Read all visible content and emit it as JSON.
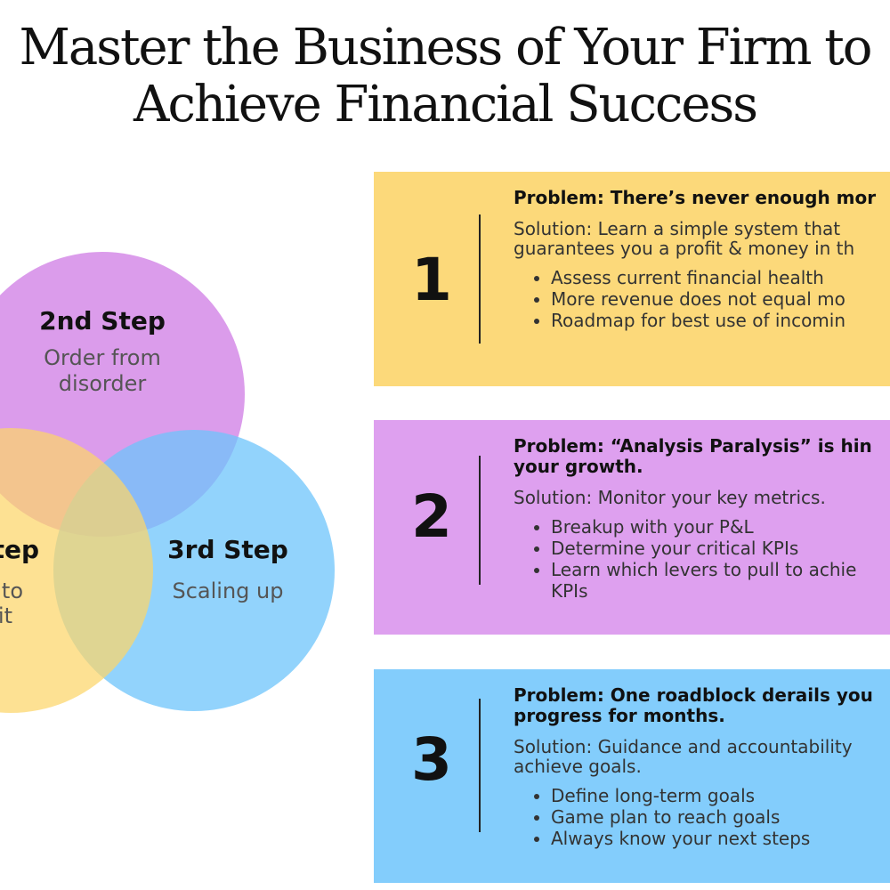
{
  "title": {
    "line1": "Master the Business of Your Firm to",
    "line2": "Achieve Financial Success"
  },
  "steps": [
    {
      "title": "2nd Step",
      "line1": "Order from",
      "line2": "disorder",
      "color": "#d58be8"
    },
    {
      "title": "3rd Step",
      "line1": "Scaling up",
      "color": "#6ec4fb"
    },
    {
      "title": "tep",
      "line1": "to",
      "line2": "fit",
      "color": "#fcd56a"
    }
  ],
  "cards": [
    {
      "number": "1",
      "problem": [
        "Problem: There’s never enough mor"
      ],
      "solution": [
        "Solution: Learn a simple system that",
        "guarantees you a profit & money in th"
      ],
      "bullets": [
        "Assess current financial health",
        "More revenue does not equal mo",
        "Roadmap for best use of incomin"
      ],
      "color": "#fcd97a"
    },
    {
      "number": "2",
      "problem": [
        "Problem: “Analysis Paralysis” is hin",
        "your growth."
      ],
      "solution": [
        "Solution: Monitor your key metrics."
      ],
      "bullets": [
        "Breakup with your P&L",
        "Determine your critical KPIs",
        "Learn which levers to pull to achie",
        "KPIs"
      ],
      "color": "#dea0ef"
    },
    {
      "number": "3",
      "problem": [
        "Problem: One roadblock derails you",
        "progress for months."
      ],
      "solution": [
        "Solution: Guidance and accountability",
        "achieve goals."
      ],
      "bullets": [
        "Define long-term goals",
        "Game plan to reach goals",
        "Always know your next steps"
      ],
      "color": "#83cdfc"
    }
  ]
}
